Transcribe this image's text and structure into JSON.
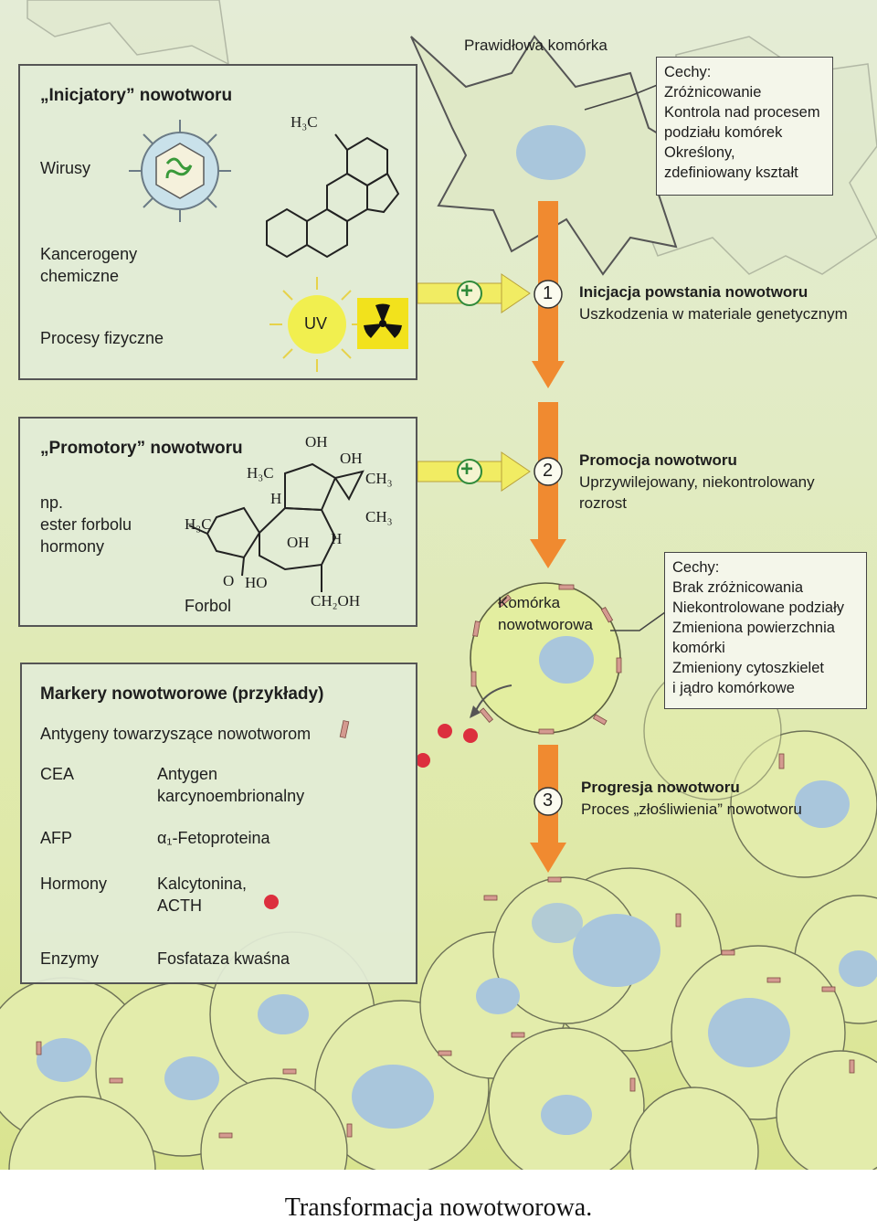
{
  "caption": "Transformacja nowotworowa.",
  "normal_cell": {
    "label": "Prawidłowa komórka",
    "features_title": "Cechy:",
    "features": [
      "Zróżnicowanie",
      "Kontrola nad procesem",
      "podziału komórek",
      "Określony,",
      "zdefiniowany kształt"
    ]
  },
  "initiators": {
    "title": "„Inicjatory” nowotworu",
    "viruses": "Wirusy",
    "chemical": [
      "Kancerogeny",
      "chemiczne"
    ],
    "physical": "Procesy fizyczne",
    "uv": "UV",
    "methyl_label": "H₃C"
  },
  "promoters": {
    "title": "„Promotory” nowotworu",
    "examples": [
      "np.",
      "ester forbolu",
      "hormony"
    ],
    "forbol_label": "Forbol",
    "chem_labels": [
      "H₃C",
      "H",
      "OH",
      "OH",
      "CH₃",
      "CH₃",
      "H₃C",
      "H",
      "OH",
      "O",
      "HO",
      "CH₂OH"
    ]
  },
  "steps": [
    {
      "number": "1",
      "title": "Inicjacja powstania nowotworu",
      "subtitle": [
        "Uszkodzenia w materiale genetycznym"
      ]
    },
    {
      "number": "2",
      "title": "Promocja nowotworu",
      "subtitle": [
        "Uprzywilejowany, niekontrolowany",
        "rozrost"
      ]
    },
    {
      "number": "3",
      "title": "Progresja nowotworu",
      "subtitle": [
        "Proces „złośliwienia” nowotworu"
      ]
    }
  ],
  "plus_sign": "+",
  "tumor_cell": {
    "label": [
      "Komórka",
      "nowotworowa"
    ],
    "features_title": "Cechy:",
    "features": [
      "Brak zróżnicowania",
      "Niekontrolowane podziały",
      "Zmieniona powierzchnia",
      "komórki",
      "Zmieniony cytoszkielet",
      "i jądro komórkowe"
    ]
  },
  "markers": {
    "title": "Markery nowotworowe (przykłady)",
    "antigens": "Antygeny towarzyszące nowotworom",
    "rows": [
      {
        "name": "CEA",
        "desc": [
          "Antygen",
          "karcynoembrionalny"
        ]
      },
      {
        "name": "AFP",
        "desc": [
          "α₁-Fetoproteina"
        ]
      },
      {
        "name": "Hormony",
        "desc": [
          "Kalcytonina,",
          "ACTH"
        ]
      },
      {
        "name": "Enzymy",
        "desc": [
          "Fosfataza kwaśna"
        ]
      }
    ]
  },
  "colors": {
    "arrow_orange": "#f08a30",
    "arrow_yellow": "#f1ec63",
    "nucleus_blue": "#a9c6dc",
    "marker_red": "#dc2f3e",
    "antigen_pink": "#d49a90",
    "cell_fill": "#e7efb9"
  }
}
